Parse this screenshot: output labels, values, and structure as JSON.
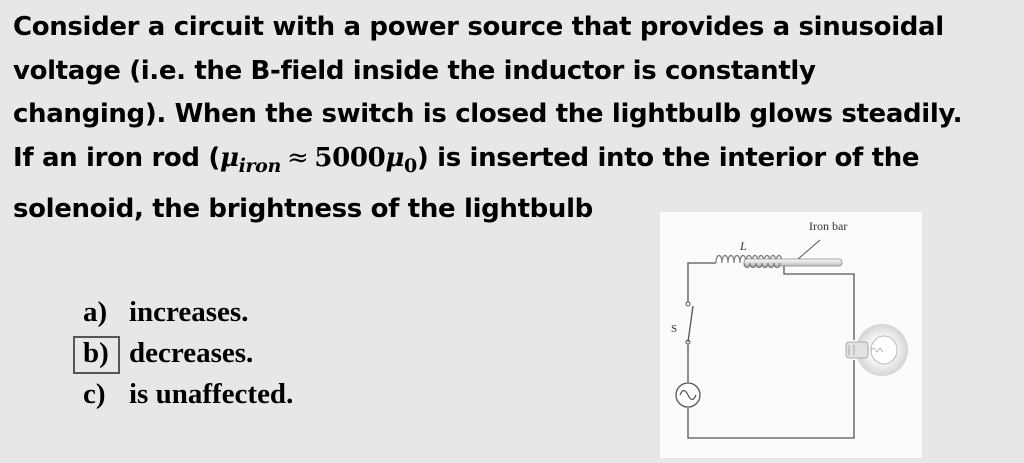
{
  "question": {
    "line1": "Consider a circuit with a power source that provides a sinusoidal",
    "line2": "voltage (i.e. the B-field inside the inductor is constantly",
    "line3": "changing). When the switch is closed the lightbulb glows steadily.",
    "line4_pre": "If an iron rod (",
    "mu_iron": "μ",
    "iron_sub": "iron",
    "approx": "≈",
    "factor": "5000",
    "mu_0": "μ",
    "zero_sub": "0",
    "line4_post": ") is inserted into the interior of the",
    "line5": "solenoid, the brightness of the lightbulb"
  },
  "options": [
    {
      "letter": "a)",
      "text": "increases.",
      "boxed": false
    },
    {
      "letter": "b)",
      "text": "decreases.",
      "boxed": true
    },
    {
      "letter": "c)",
      "text": "is unaffected.",
      "boxed": false
    }
  ],
  "figure": {
    "iron_bar_label": "Iron bar",
    "inductor_label": "L",
    "switch_label": "S"
  }
}
